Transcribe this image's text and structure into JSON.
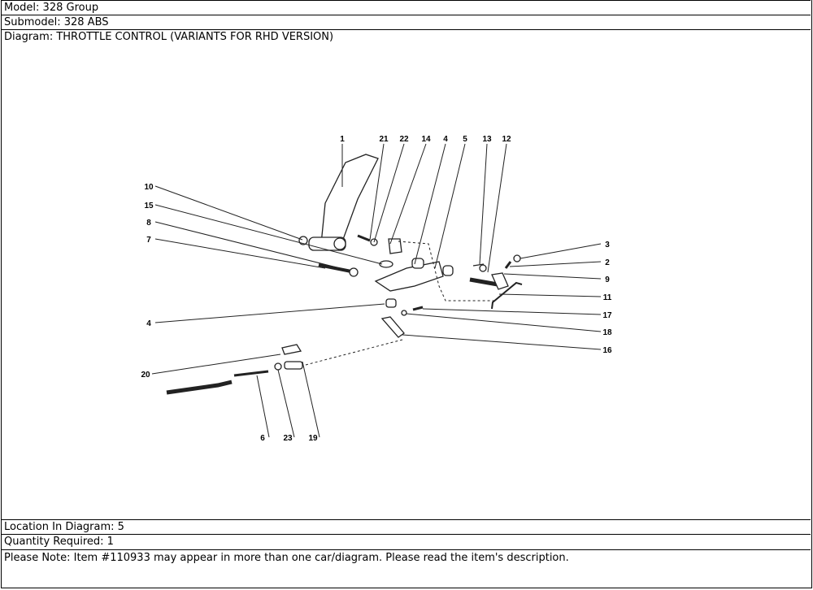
{
  "header": {
    "model": "Model: 328 Group",
    "submodel": "Submodel: 328 ABS",
    "diagram": "Diagram: THROTTLE CONTROL (VARIANTS FOR RHD VERSION)"
  },
  "diagram": {
    "callouts": [
      "1",
      "21",
      "22",
      "14",
      "4",
      "5",
      "13",
      "12",
      "10",
      "15",
      "8",
      "7",
      "4",
      "20",
      "6",
      "23",
      "19",
      "3",
      "2",
      "9",
      "11",
      "17",
      "18",
      "16"
    ]
  },
  "footer": {
    "location": "Location In Diagram: 5",
    "quantity": "Quantity Required: 1",
    "note": "Please Note: Item #110933 may appear in more than one car/diagram. Please read the item's description."
  }
}
